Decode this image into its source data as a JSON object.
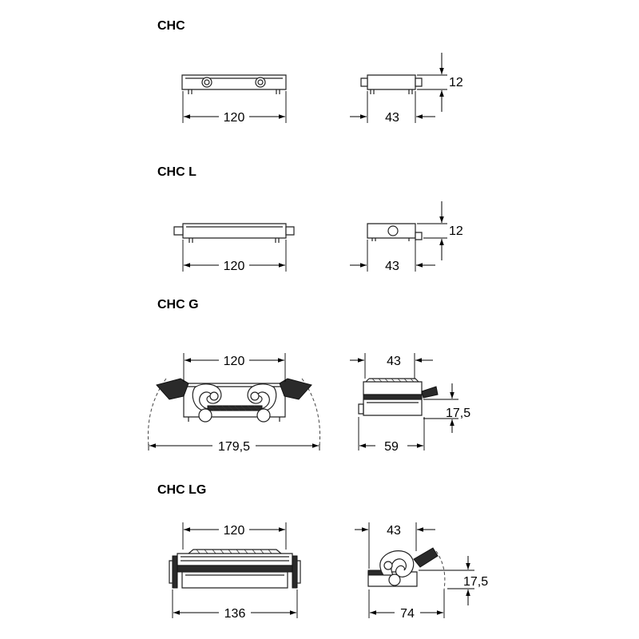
{
  "sections": [
    {
      "title": "CHC",
      "width": "120",
      "depth": "43",
      "height": "12"
    },
    {
      "title": "CHC L",
      "width": "120",
      "depth": "43",
      "height": "12"
    },
    {
      "title": "CHC G",
      "width": "120",
      "overall_width": "179,5",
      "depth": "43",
      "depth_overall": "59",
      "height": "17,5"
    },
    {
      "title": "CHC LG",
      "width": "120",
      "overall_width": "136",
      "depth": "43",
      "depth_overall": "74",
      "height": "17,5"
    }
  ]
}
